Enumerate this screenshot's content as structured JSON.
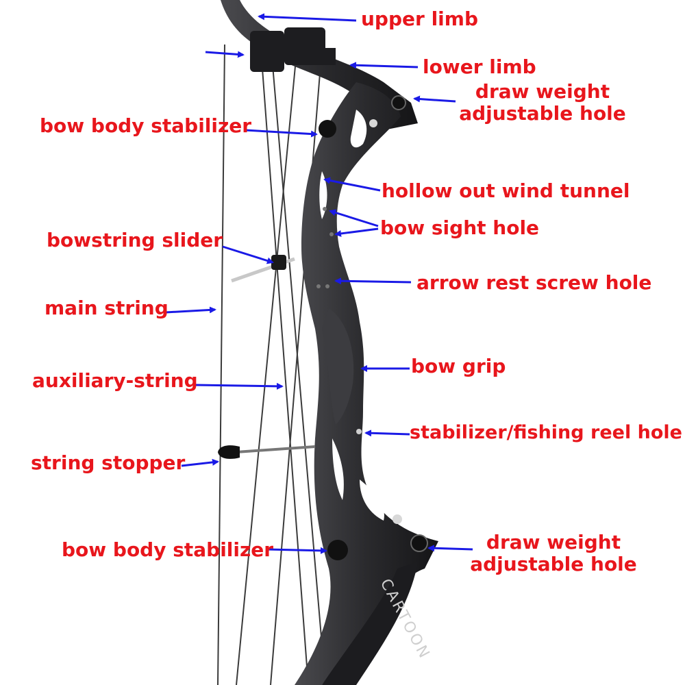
{
  "diagram": {
    "labels": {
      "upper_limb": "upper limb",
      "lower_limb": "lower limb",
      "draw_weight_top_1": "draw weight",
      "draw_weight_top_2": "adjustable hole",
      "bow_body_stabilizer_top": "bow body stabilizer",
      "hollow_out_wind_tunnel": "hollow out  wind tunnel",
      "bow_sight_hole": "bow sight hole",
      "bowstring_slider": "bowstring slider",
      "arrow_rest_screw_hole": "arrow rest screw hole",
      "main_string": "main string",
      "bow_grip": "bow grip",
      "auxiliary_string": "auxiliary-string",
      "stabilizer_fishing_reel_hole": "stabilizer/fishing reel hole",
      "string_stopper": "string stopper",
      "bow_body_stabilizer_bottom": "bow body stabilizer",
      "draw_weight_bottom_1": "draw weight",
      "draw_weight_bottom_2": "adjustable hole"
    },
    "limb_logo": "CARTOON",
    "colors": {
      "label": "#e8161c",
      "arrow": "#1a1ae6",
      "bow": "#2b2b2e",
      "string": "#3a3a3a"
    }
  }
}
